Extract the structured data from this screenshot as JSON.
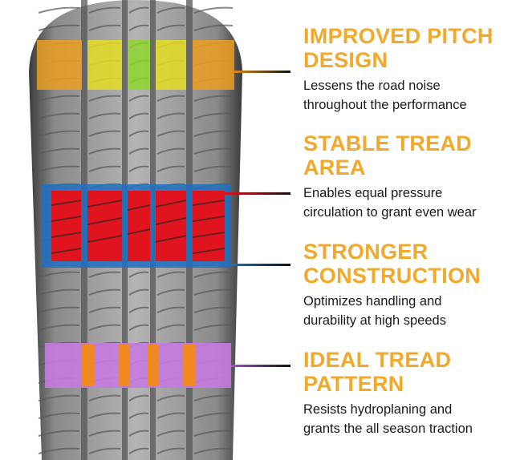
{
  "features": [
    {
      "title_line1": "IMPROVED PITCH",
      "title_line2": "DESIGN",
      "desc_line1": "Lessens the road noise",
      "desc_line2": "throughout the performance"
    },
    {
      "title_line1": "STABLE TREAD",
      "title_line2": "AREA",
      "desc_line1": "Enables equal pressure",
      "desc_line2": "circulation to grant even wear"
    },
    {
      "title_line1": "STRONGER",
      "title_line2": "CONSTRUCTION",
      "desc_line1": "Optimizes handling and",
      "desc_line2": "durability at high speeds"
    },
    {
      "title_line1": "IDEAL TREAD",
      "title_line2": "PATTERN",
      "desc_line1": "Resists hydroplaning and",
      "desc_line2": "grants the all season traction"
    }
  ],
  "colors": {
    "heading": "#f0a92b",
    "pitch_orange": "#f0a020",
    "pitch_yellow": "#e8e020",
    "pitch_green": "#8ed82a",
    "tread_red": "#e0141e",
    "construction_blue": "#1f6fc0",
    "pattern_violet": "#c47be0",
    "pattern_orange": "#f08a20"
  },
  "icons": {
    "tire": "tire-tread-illustration"
  }
}
